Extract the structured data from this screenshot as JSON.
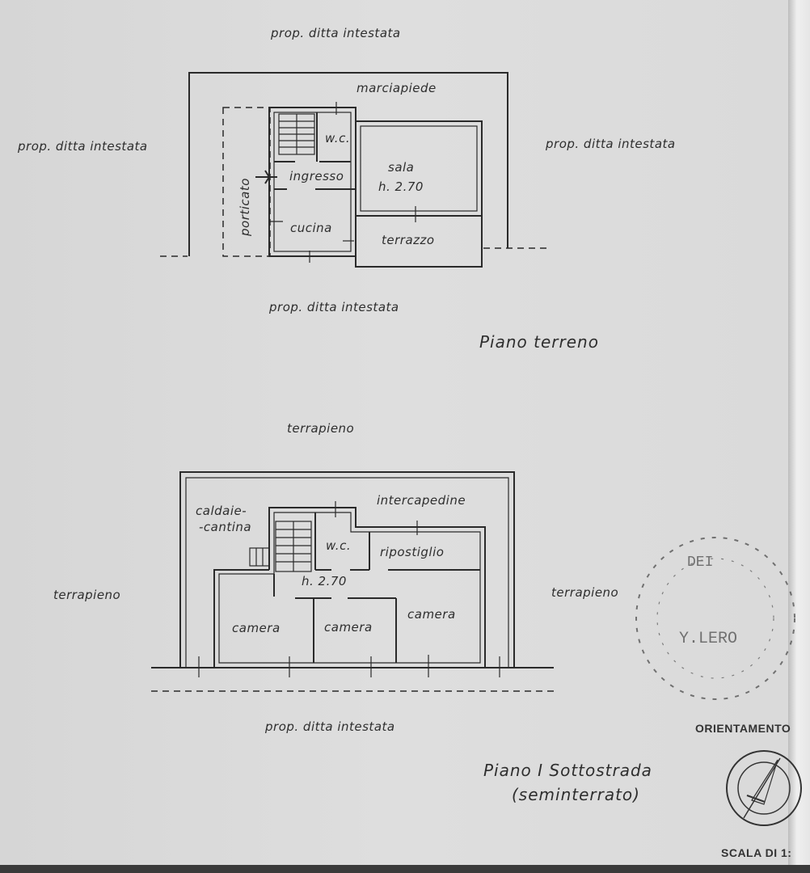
{
  "ground_floor": {
    "surround_top": "prop. ditta intestata",
    "surround_left": "prop. ditta intestata",
    "surround_right": "prop. ditta intestata",
    "surround_bottom": "prop. ditta intestata",
    "sidewalk": "marciapiede",
    "rooms": {
      "wc": "w.c.",
      "sala": "sala",
      "height": "h. 2.70",
      "ingresso": "ingresso",
      "porticato": "porticato",
      "cucina": "cucina",
      "terrazzo": "terrazzo"
    },
    "title": "Piano terreno"
  },
  "basement_floor": {
    "surround_top": "terrapieno",
    "surround_left": "terrapieno",
    "surround_right": "terrapieno",
    "surround_bottom": "prop. ditta intestata",
    "gap": "intercapedine",
    "rooms": {
      "caldaia_1": "caldaie-",
      "caldaia_2": "-cantina",
      "wc": "w.c.",
      "ripostiglio": "ripostiglio",
      "height": "h. 2.70",
      "camera_1": "camera",
      "camera_2": "camera",
      "camera_3": "camera"
    },
    "title_1": "Piano I Sottostrada",
    "title_2": "(seminterrato)"
  },
  "orientation_label": "ORIENTAMENTO",
  "scale_label": "SCALA DI 1:",
  "stamp_text": "DEI ... LERO"
}
